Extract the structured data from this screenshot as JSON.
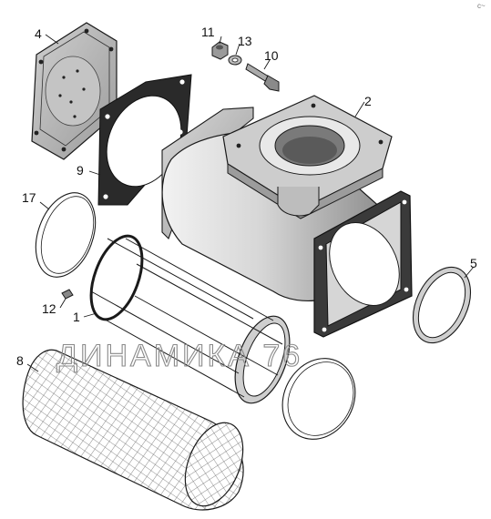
{
  "diagram": {
    "callouts": [
      {
        "id": "c1",
        "label": "1"
      },
      {
        "id": "c2",
        "label": "2"
      },
      {
        "id": "c4",
        "label": "4"
      },
      {
        "id": "c5",
        "label": "5"
      },
      {
        "id": "c8",
        "label": "8"
      },
      {
        "id": "c9",
        "label": "9"
      },
      {
        "id": "c10",
        "label": "10"
      },
      {
        "id": "c11",
        "label": "11"
      },
      {
        "id": "c12",
        "label": "12"
      },
      {
        "id": "c13",
        "label": "13"
      },
      {
        "id": "c17",
        "label": "17"
      }
    ],
    "watermark": "ДИНАМИКА 76",
    "corner_mark": "c~"
  },
  "colors": {
    "line": "#1a1a1a",
    "housing_light": "#e6e6e6",
    "housing_dark": "#8c8c8c",
    "flange_gray": "#bdbdbd",
    "gasket_dark": "#2a2a2a",
    "watermark": "#8a8a8a"
  }
}
